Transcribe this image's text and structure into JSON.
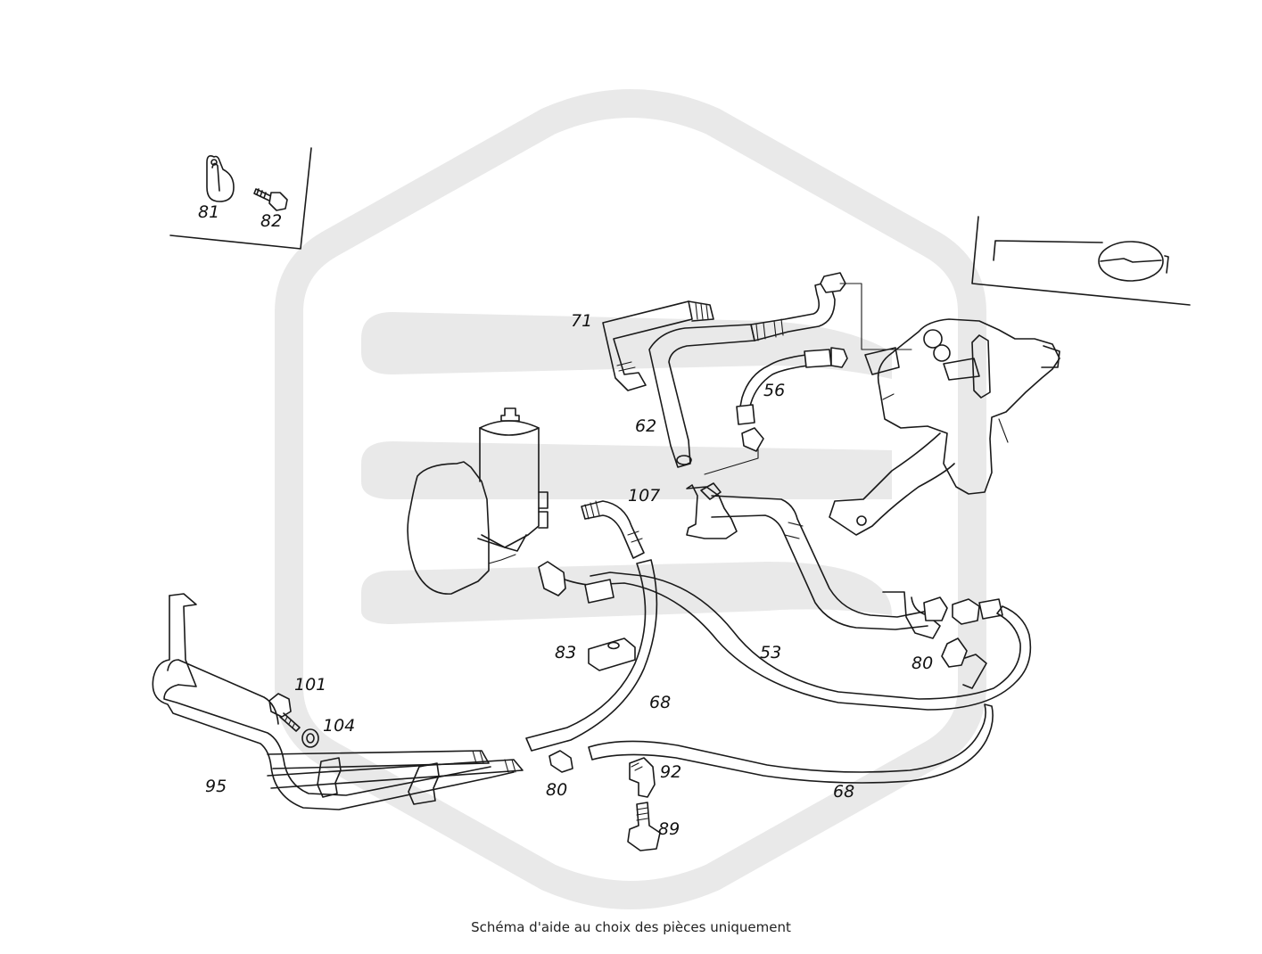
{
  "caption": "Schéma d'aide au choix des pièces uniquement",
  "colors": {
    "line": "#1a1a1a",
    "watermark": "#e9e9e9",
    "background": "#ffffff"
  },
  "watermark": {
    "icon": "hexagon-s-logo"
  },
  "labels": {
    "p81": "81",
    "p82": "82",
    "p71": "71",
    "p62": "62",
    "p56": "56",
    "p107": "107",
    "p53": "53",
    "p83": "83",
    "p80a": "80",
    "p80b": "80",
    "p68a": "68",
    "p68b": "68",
    "p101": "101",
    "p104": "104",
    "p95": "95",
    "p92": "92",
    "p89": "89"
  }
}
